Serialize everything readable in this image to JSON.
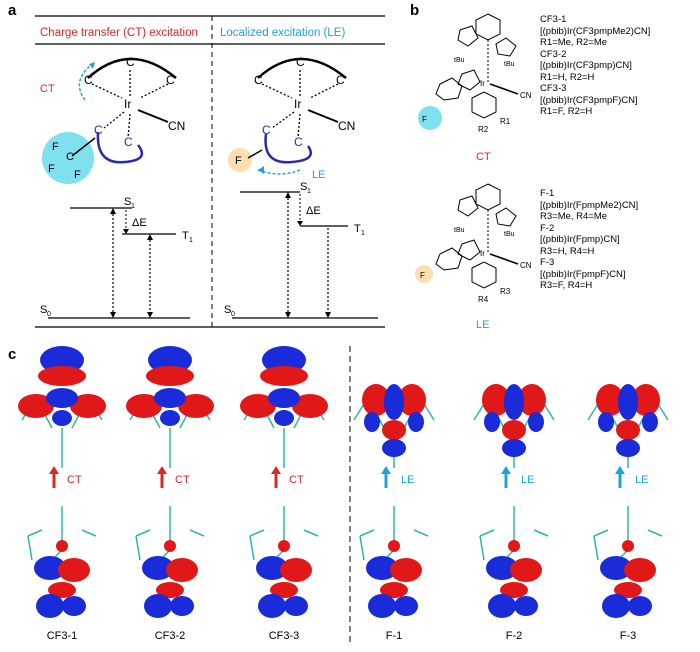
{
  "colors": {
    "ct_red": "#d42a2a",
    "le_cyan": "#1fa3d6",
    "orb_red": "#e01818",
    "orb_blue": "#1a2bd9",
    "cyan_glow": "#5fd8ec",
    "orange_glow": "#fbd9a0"
  },
  "panel_a": {
    "letter": "a",
    "ct_header": "Charge transfer (CT) excitation",
    "le_header": "Localized excitation (LE)",
    "ct_arrow_label": "CT",
    "le_arrow_label": "LE",
    "metal": "Ir",
    "ligand_atom": "C",
    "cn": "CN",
    "f_atom": "F",
    "s1": "S",
    "s1_sub": "1",
    "t1": "T",
    "t1_sub": "1",
    "s0": "S",
    "s0_sub": "0",
    "delta_e": "ΔE"
  },
  "panel_b": {
    "letter": "b",
    "metal": "Ir",
    "tbu": "tBu",
    "cn": "CN",
    "r1": "R1",
    "r2": "R2",
    "r3": "R3",
    "r4": "R4",
    "f": "F",
    "ct_tag": "CT",
    "le_tag": "LE",
    "ct_compounds": [
      {
        "name": "CF3-1",
        "formula": "[(pbib)Ir(CF3pmpMe2)CN]",
        "subs": "R1=Me, R2=Me"
      },
      {
        "name": "CF3-2",
        "formula": "[(pbib)Ir(CF3pmp)CN]",
        "subs": "R1=H, R2=H"
      },
      {
        "name": "CF3-3",
        "formula": "[(pbib)Ir(CF3pmpF)CN]",
        "subs": "R1=F, R2=H"
      }
    ],
    "le_compounds": [
      {
        "name": "F-1",
        "formula": "[(pbib)Ir(FpmpMe2)CN]",
        "subs": "R3=Me, R4=Me"
      },
      {
        "name": "F-2",
        "formula": "[(pbib)Ir(Fpmp)CN]",
        "subs": "R3=H, R4=H"
      },
      {
        "name": "F-3",
        "formula": "[(pbib)Ir(FpmpF)CN]",
        "subs": "R3=F, R4=H"
      }
    ]
  },
  "panel_c": {
    "letter": "c",
    "molecules": [
      {
        "label": "CF3-1",
        "type": "CT"
      },
      {
        "label": "CF3-2",
        "type": "CT"
      },
      {
        "label": "CF3-3",
        "type": "CT"
      },
      {
        "label": "F-1",
        "type": "LE"
      },
      {
        "label": "F-2",
        "type": "LE"
      },
      {
        "label": "F-3",
        "type": "LE"
      }
    ]
  }
}
